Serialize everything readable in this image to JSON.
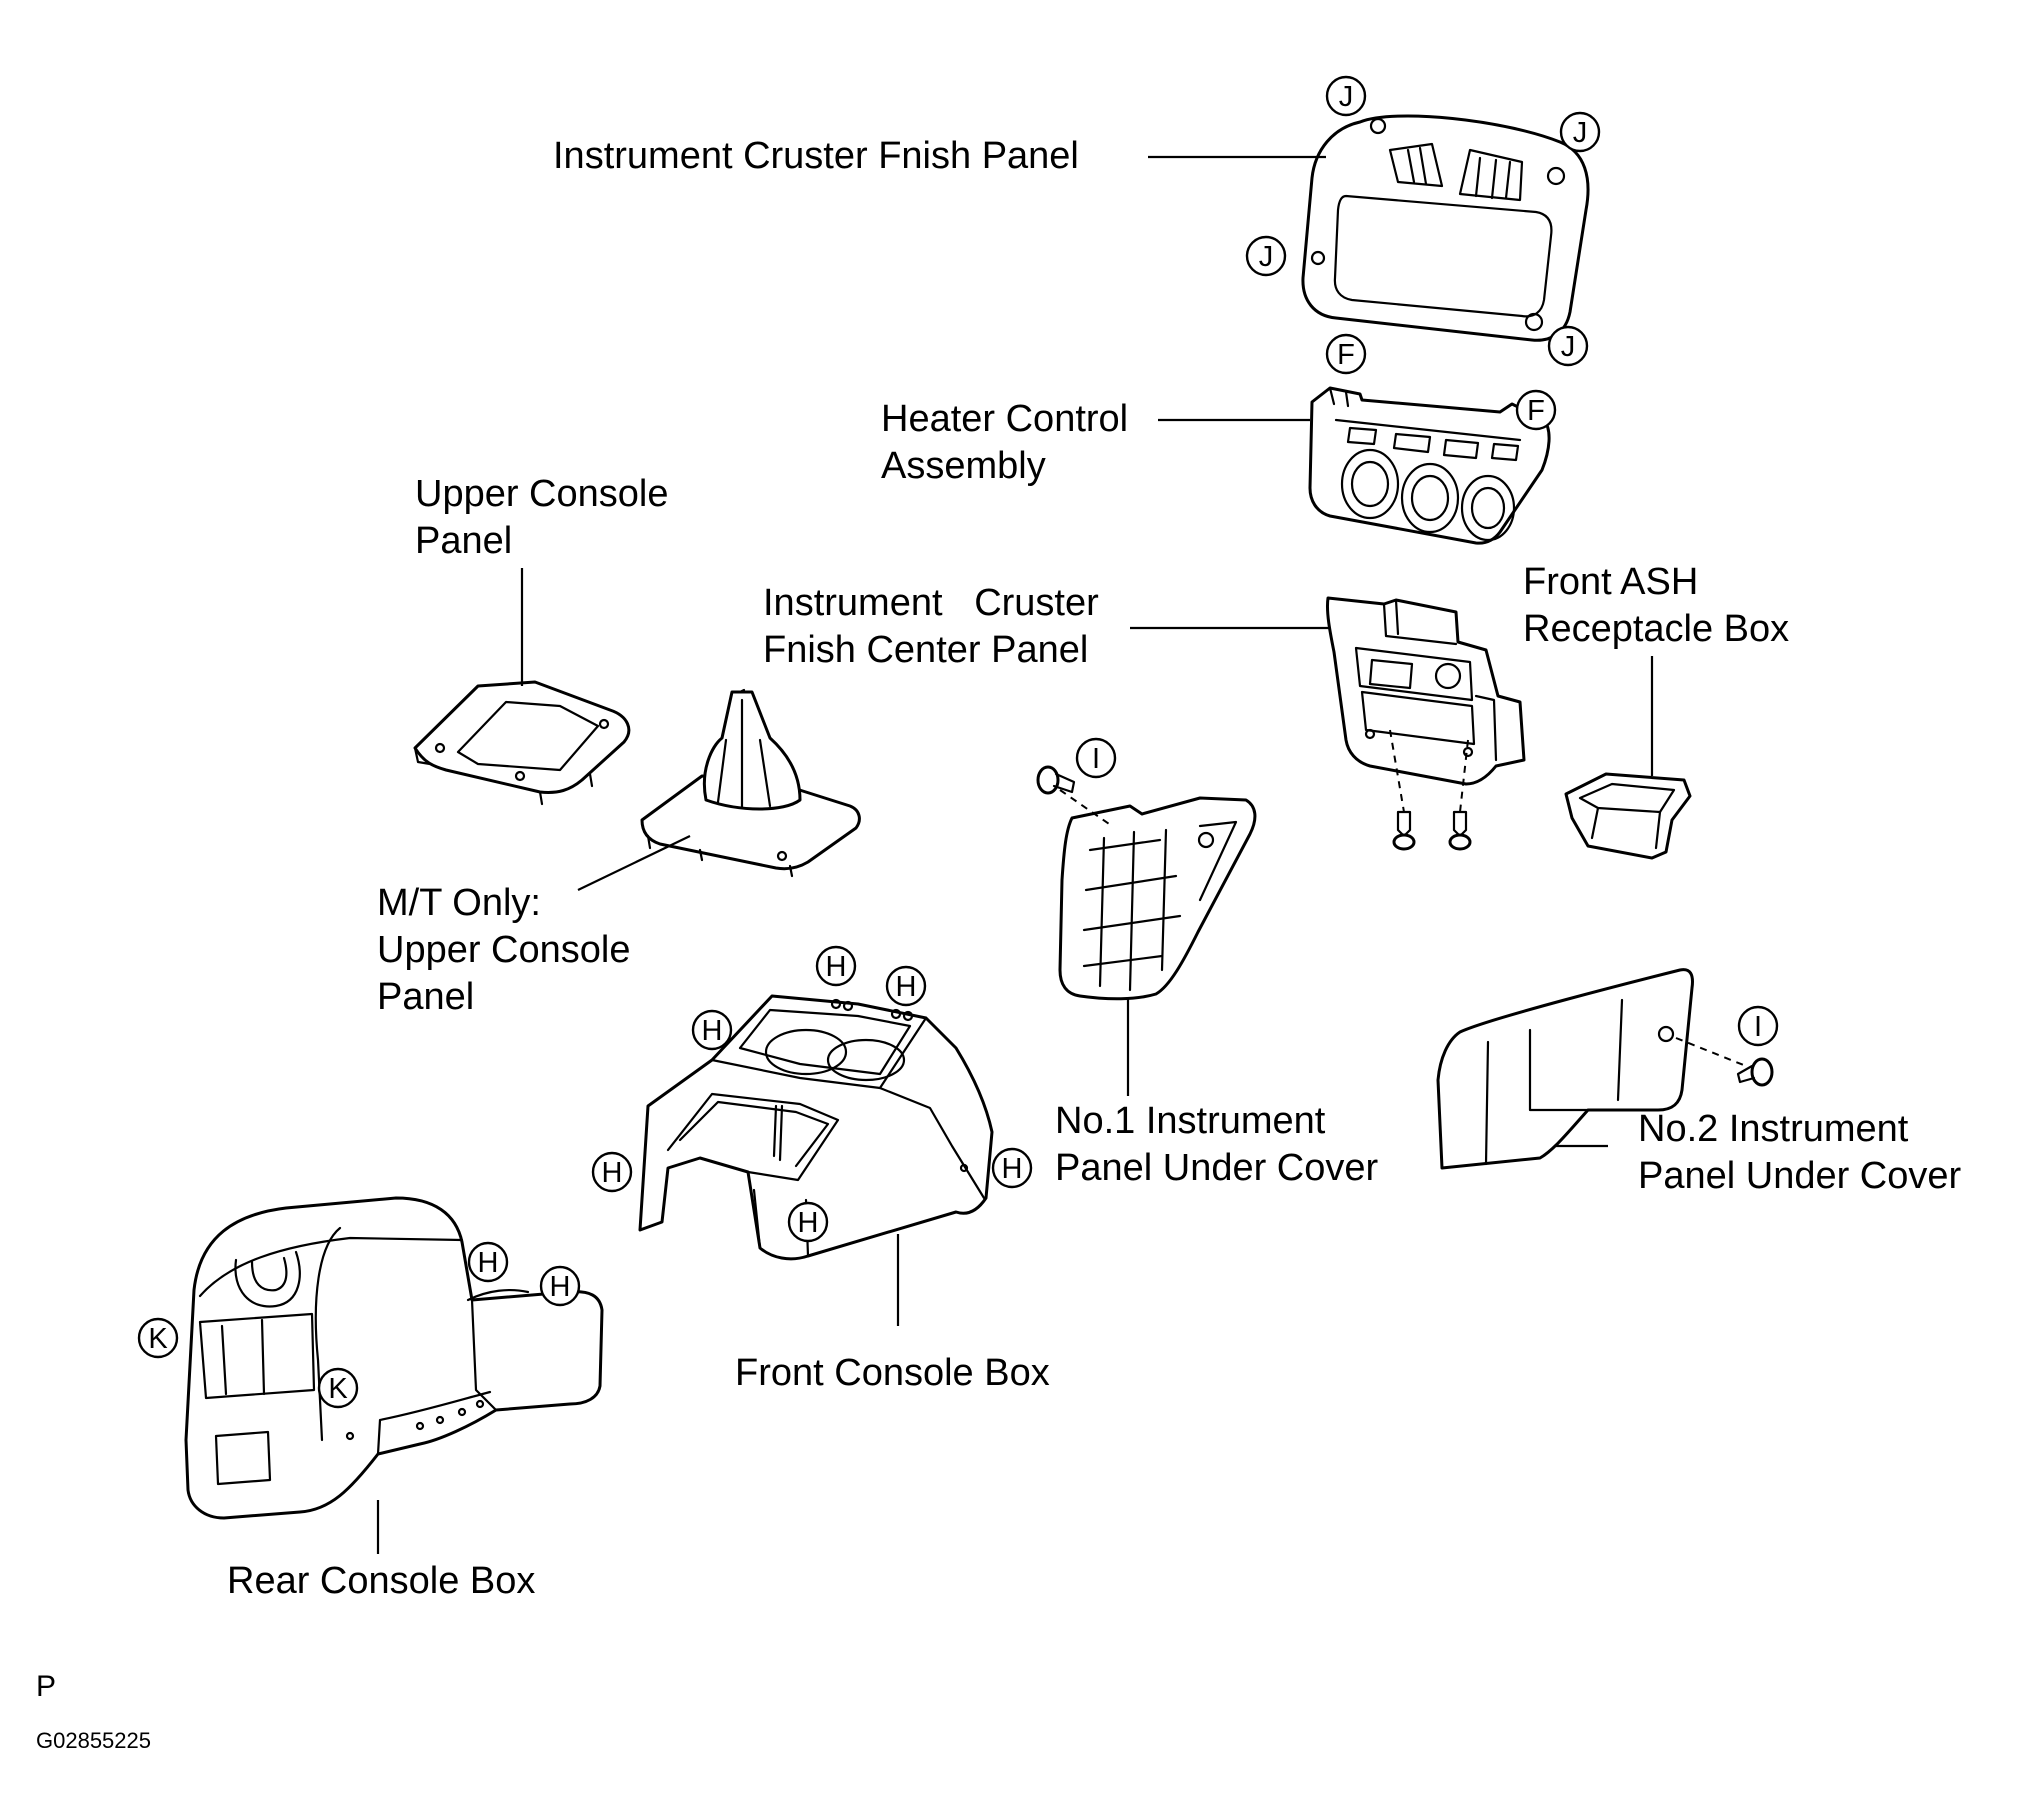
{
  "labels": {
    "instrument_cluster_finish_panel": "Instrument Cruster Fnish Panel",
    "heater_control_assembly_line1": "Heater Control",
    "heater_control_assembly_line2": "Assembly",
    "upper_console_panel_line1": "Upper Console",
    "upper_console_panel_line2": "Panel",
    "center_panel_line1": "Instrument   Cruster",
    "center_panel_line2": "Fnish Center Panel",
    "front_ash_line1": "Front ASH",
    "front_ash_line2": "Receptacle Box",
    "mt_only_line1": "M/T Only:",
    "mt_only_line2": "Upper Console",
    "mt_only_line3": "Panel",
    "no1_cover_line1": "No.1 Instrument",
    "no1_cover_line2": "Panel Under Cover",
    "no2_cover_line1": "No.2 Instrument",
    "no2_cover_line2": "Panel Under Cover",
    "front_console_box": "Front Console Box",
    "rear_console_box": "Rear Console Box"
  },
  "callouts": {
    "j": "J",
    "f": "F",
    "i": "I",
    "h": "H",
    "k": "K"
  },
  "footer": {
    "letter": "P",
    "figure_code": "G02855225"
  }
}
